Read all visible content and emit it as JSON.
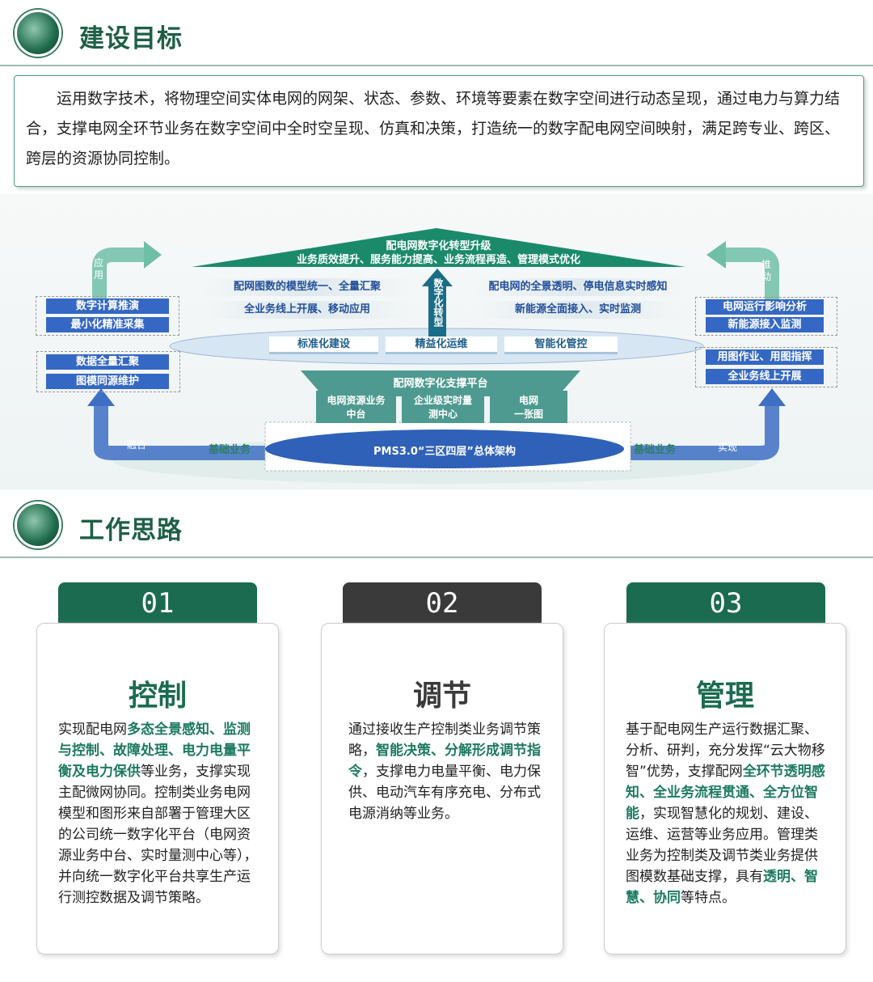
{
  "section1": {
    "title": "建设目标",
    "intro": "运用数字技术，将物理空间实体电网的网架、状态、参数、环境等要素在数字空间进行动态呈现，通过电力与算力结合，支撑电网全环节业务在数字空间中全时空呈现、仿真和决策，打造统一的数字配电网空间映射，满足跨专业、跨区、跨层的资源协同控制。"
  },
  "diagram": {
    "roof": {
      "line1": "配电网数字化转型升级",
      "line2": "业务质效提升、服务能力提高、业务流程再造、管理模式优化"
    },
    "arrow_label": "数字化转型",
    "left_features": [
      "配网图数的模型统一、全量汇聚",
      "全业务线上开展、移动应用"
    ],
    "right_features": [
      "配电网的全景透明、停电信息实时感知",
      "新能源全面接入、实时监测"
    ],
    "pillars": [
      "标准化建设",
      "精益化运维",
      "智能化管控"
    ],
    "platform": {
      "title": "配网数字化支撑平台",
      "items": [
        "电网资源业务\n中台",
        "企业级实时量\n测中心",
        "电网\n一张图"
      ]
    },
    "base": "PMS3.0“三区四层”总体架构",
    "base_left": "基础业务",
    "base_right": "基础业务",
    "left_top_arrow": "应用",
    "left_bottom_arrow": "融合",
    "right_top_arrow": "推动",
    "right_bottom_arrow": "实现",
    "left_group1": [
      "数字计算推演",
      "最小化精准采集"
    ],
    "left_group2": [
      "数据全量汇聚",
      "图模同源维护"
    ],
    "right_group1": [
      "电网运行影响分析",
      "新能源接入监测"
    ],
    "right_group2": [
      "用图作业、用图指挥",
      "全业务线上开展"
    ]
  },
  "section2": {
    "title": "工作思路"
  },
  "cards": [
    {
      "number": "01",
      "title": "控制",
      "color": "#1b6b50",
      "body": [
        {
          "t": "实现配电网",
          "h": false
        },
        {
          "t": "多态全景感知、监测与控制、故障处理、电力电量平衡及电力保供",
          "h": true
        },
        {
          "t": "等业务，支撑实现主配微网协同。控制类业务电网模型和图形来自部署于管理大区的公司统一数字化平台（电网资源业务中台、实时量测中心等），并向统一数字化平台共享生产运行测控数据及调节策略。",
          "h": false
        }
      ]
    },
    {
      "number": "02",
      "title": "调节",
      "color": "#3a3a3a",
      "body": [
        {
          "t": "通过接收生产控制类业务调节策略，",
          "h": false
        },
        {
          "t": "智能决策、分解形成调节指令",
          "h": true
        },
        {
          "t": "，支撑电力电量平衡、电力保供、电动汽车有序充电、分布式电源消纳等业务。",
          "h": false
        }
      ]
    },
    {
      "number": "03",
      "title": "管理",
      "color": "#1b6b50",
      "body": [
        {
          "t": "基于配电网生产运行数据汇聚、分析、研判，充分发挥“云大物移智”优势，支撑配网",
          "h": false
        },
        {
          "t": "全环节透明感知、全业务流程贯通、全方位智能",
          "h": true
        },
        {
          "t": "，实现智慧化的规划、建设、运维、运营等业务应用。管理类业务为控制类及调节类业务提供图模数基础支撑，具有",
          "h": false
        },
        {
          "t": "透明、智慧、协同",
          "h": true
        },
        {
          "t": "等特点。",
          "h": false
        }
      ]
    }
  ],
  "colors": {
    "brand_green": "#1f5f47",
    "roof_green": "#1b8a6b",
    "blue": "#3568c4",
    "teal": "#4e9a90",
    "highlight": "#1d7a60"
  }
}
